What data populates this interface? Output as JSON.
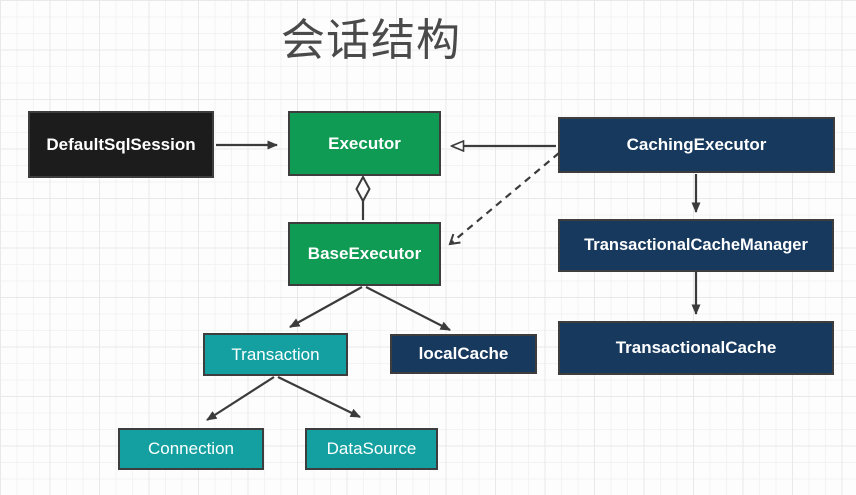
{
  "title": "会话结构",
  "palette": {
    "green": "#0f9b53",
    "teal": "#14a0a0",
    "navy": "#17395e",
    "black": "#1c1c1c",
    "box_border": "#3d3d3d",
    "arrow": "#3b3b3b",
    "title_color": "#4a4a4a",
    "background": "#fdfdfd",
    "grid_line": "#efefef"
  },
  "nodes": [
    {
      "id": "default-sql-session",
      "label": "DefaultSqlSession",
      "color": "#1c1c1c",
      "bold": true
    },
    {
      "id": "executor",
      "label": "Executor",
      "color": "#0f9b53",
      "bold": true
    },
    {
      "id": "caching-executor",
      "label": "CachingExecutor",
      "color": "#17395e",
      "bold": true
    },
    {
      "id": "base-executor",
      "label": "BaseExecutor",
      "color": "#0f9b53",
      "bold": true
    },
    {
      "id": "transaction",
      "label": "Transaction",
      "color": "#14a0a0",
      "bold": false
    },
    {
      "id": "local-cache",
      "label": "localCache",
      "color": "#17395e",
      "bold": true
    },
    {
      "id": "transactional-cache-manager",
      "label": "TransactionalCacheManager",
      "color": "#17395e",
      "bold": true
    },
    {
      "id": "transactional-cache",
      "label": "TransactionalCache",
      "color": "#17395e",
      "bold": true
    },
    {
      "id": "connection",
      "label": "Connection",
      "color": "#14a0a0",
      "bold": false
    },
    {
      "id": "data-source",
      "label": "DataSource",
      "color": "#14a0a0",
      "bold": false
    }
  ],
  "edges": [
    {
      "from": "DefaultSqlSession",
      "to": "Executor",
      "style": "solid-filled-arrow"
    },
    {
      "from": "CachingExecutor",
      "to": "Executor",
      "style": "solid-hollow-triangle-arrow"
    },
    {
      "from": "Executor",
      "to": "BaseExecutor",
      "style": "aggregation-hollow-diamond"
    },
    {
      "from": "CachingExecutor",
      "to": "BaseExecutor",
      "style": "dashed-open-arrow"
    },
    {
      "from": "BaseExecutor",
      "to": "Transaction",
      "style": "solid-filled-arrow"
    },
    {
      "from": "BaseExecutor",
      "to": "localCache",
      "style": "solid-filled-arrow"
    },
    {
      "from": "Transaction",
      "to": "Connection",
      "style": "solid-filled-arrow"
    },
    {
      "from": "Transaction",
      "to": "DataSource",
      "style": "solid-filled-arrow"
    },
    {
      "from": "CachingExecutor",
      "to": "TransactionalCacheManager",
      "style": "solid-filled-arrow"
    },
    {
      "from": "TransactionalCacheManager",
      "to": "TransactionalCache",
      "style": "solid-filled-arrow"
    }
  ]
}
